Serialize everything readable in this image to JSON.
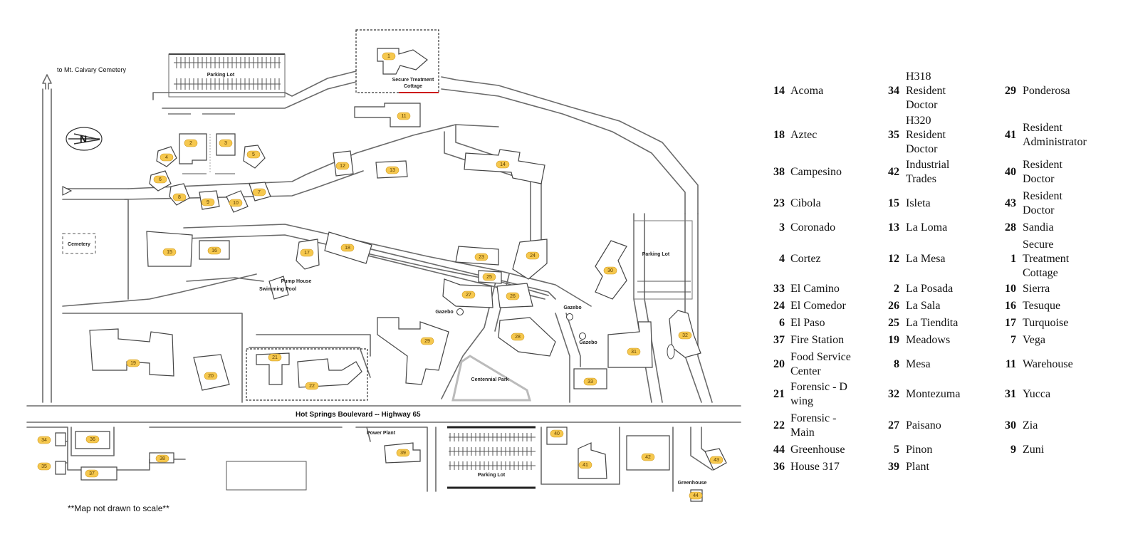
{
  "map": {
    "labels": {
      "cemetery_road": "to Mt. Calvary Cemetery",
      "parking_top": "Parking Lot",
      "secure_cottage": "Secure Treatment",
      "secure_cottage_2": "Cottage",
      "cemetery": "Cemetery",
      "pump_house": "Pump House",
      "swimming_pool": "Swimming Pool",
      "gazebo": "Gazebo",
      "parking_right": "Parking Lot",
      "centennial_park": "Centennial Park",
      "highway": "Hot Springs Boulevard -- Highway 65",
      "power_plant": "Power Plant",
      "parking_bottom": "Parking Lot",
      "greenhouse": "Greenhouse",
      "compass": "N",
      "scale_note": "**Map not drawn to scale**"
    },
    "building_numbers": [
      "1",
      "2",
      "3",
      "4",
      "5",
      "6",
      "7",
      "8",
      "9",
      "10",
      "11",
      "12",
      "13",
      "14",
      "15",
      "16",
      "17",
      "18",
      "19",
      "20",
      "21",
      "22",
      "23",
      "24",
      "25",
      "26",
      "27",
      "28",
      "29",
      "30",
      "31",
      "32",
      "33",
      "34",
      "35",
      "36",
      "37",
      "38",
      "39",
      "40",
      "41",
      "42",
      "43",
      "44"
    ]
  },
  "legend": {
    "columns": [
      [
        {
          "num": "14",
          "name": [
            "Acoma"
          ]
        },
        {
          "num": "18",
          "name": [
            "Aztec"
          ]
        },
        {
          "num": "38",
          "name": [
            "Campesino"
          ]
        },
        {
          "num": "23",
          "name": [
            "Cibola"
          ]
        },
        {
          "num": "3",
          "name": [
            "Coronado"
          ]
        },
        {
          "num": "4",
          "name": [
            "Cortez"
          ]
        },
        {
          "num": "33",
          "name": [
            "El Camino"
          ]
        },
        {
          "num": "24",
          "name": [
            "El Comedor"
          ]
        },
        {
          "num": "6",
          "name": [
            "El Paso"
          ]
        },
        {
          "num": "37",
          "name": [
            "Fire Station"
          ]
        },
        {
          "num": "20",
          "name": [
            "Food Service",
            "Center"
          ]
        },
        {
          "num": "21",
          "name": [
            "Forensic - D",
            "wing"
          ]
        },
        {
          "num": "22",
          "name": [
            "Forensic -",
            "Main"
          ]
        },
        {
          "num": "44",
          "name": [
            "Greenhouse"
          ]
        },
        {
          "num": "36",
          "name": [
            "House 317"
          ]
        }
      ],
      [
        {
          "num": "34",
          "name": [
            "H318",
            "Resident",
            "Doctor"
          ]
        },
        {
          "num": "35",
          "name": [
            "H320",
            "Resident",
            "Doctor"
          ]
        },
        {
          "num": "42",
          "name": [
            "Industrial",
            "Trades"
          ]
        },
        {
          "num": "15",
          "name": [
            "Isleta"
          ]
        },
        {
          "num": "13",
          "name": [
            "La Loma"
          ]
        },
        {
          "num": "12",
          "name": [
            "La Mesa"
          ]
        },
        {
          "num": "2",
          "name": [
            "La Posada"
          ]
        },
        {
          "num": "26",
          "name": [
            "La Sala"
          ]
        },
        {
          "num": "25",
          "name": [
            "La Tiendita"
          ]
        },
        {
          "num": "19",
          "name": [
            "Meadows"
          ]
        },
        {
          "num": "8",
          "name": [
            "Mesa"
          ]
        },
        {
          "num": "32",
          "name": [
            "Montezuma"
          ]
        },
        {
          "num": "27",
          "name": [
            "Paisano"
          ]
        },
        {
          "num": "5",
          "name": [
            "Pinon"
          ]
        },
        {
          "num": "39",
          "name": [
            "Plant"
          ]
        }
      ],
      [
        {
          "num": "29",
          "name": [
            "Ponderosa"
          ]
        },
        {
          "num": "41",
          "name": [
            "Resident",
            "Administrator"
          ]
        },
        {
          "num": "40",
          "name": [
            "Resident",
            "Doctor"
          ]
        },
        {
          "num": "43",
          "name": [
            "Resident",
            "Doctor"
          ]
        },
        {
          "num": "28",
          "name": [
            "Sandia"
          ]
        },
        {
          "num": "1",
          "name": [
            "Secure",
            "Treatment",
            "Cottage"
          ]
        },
        {
          "num": "10",
          "name": [
            "Sierra"
          ]
        },
        {
          "num": "16",
          "name": [
            "Tesuque"
          ]
        },
        {
          "num": "17",
          "name": [
            "Turquoise"
          ]
        },
        {
          "num": "7",
          "name": [
            "Vega"
          ]
        },
        {
          "num": "11",
          "name": [
            "Warehouse"
          ]
        },
        {
          "num": "31",
          "name": [
            "Yucca"
          ]
        },
        {
          "num": "30",
          "name": [
            "Zia"
          ]
        },
        {
          "num": "9",
          "name": [
            "Zuni"
          ]
        }
      ]
    ]
  }
}
